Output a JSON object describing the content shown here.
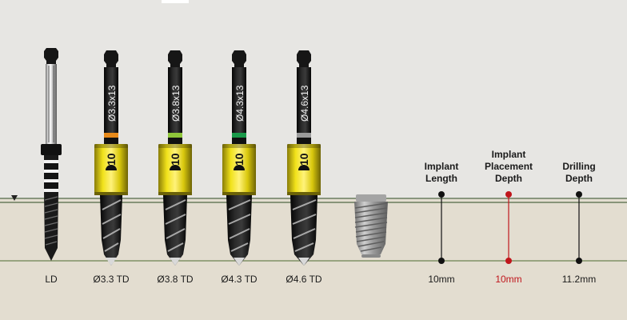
{
  "tools": [
    {
      "id": "ld",
      "label": "LD",
      "shaft_text": "",
      "sleeve_text": "",
      "ring_color": ""
    },
    {
      "id": "t33",
      "label": "Ø3.3 TD",
      "shaft_text": "Ø3.3x13",
      "sleeve_text": "10",
      "ring_color": "#e88a1a"
    },
    {
      "id": "t38",
      "label": "Ø3.8 TD",
      "shaft_text": "Ø3.8x13",
      "sleeve_text": "10",
      "ring_color": "#8fc63a"
    },
    {
      "id": "t43",
      "label": "Ø4.3 TD",
      "shaft_text": "Ø4.3x13",
      "sleeve_text": "10",
      "ring_color": "#1a9a4a"
    },
    {
      "id": "t46",
      "label": "Ø4.6 TD",
      "shaft_text": "Ø4.6x13",
      "sleeve_text": "10",
      "ring_color": "#9a9a9a"
    }
  ],
  "measurements": [
    {
      "id": "implant-length",
      "title_lines": [
        "Implant",
        "Length"
      ],
      "value": "10mm",
      "color": "#111111"
    },
    {
      "id": "placement-depth",
      "title_lines": [
        "Implant",
        "Placement",
        "Depth"
      ],
      "value": "10mm",
      "color": "#c0161c"
    },
    {
      "id": "drilling-depth",
      "title_lines": [
        "Drilling",
        "Depth"
      ],
      "value": "11.2mm",
      "color": "#111111"
    }
  ],
  "colors": {
    "soft_tissue": "#e7e6e3",
    "bone": "#e3ddd0",
    "sleeve_yellow": "#e8d60c",
    "drill_black": "#1b1b1b",
    "marker_red": "#c0161c"
  }
}
